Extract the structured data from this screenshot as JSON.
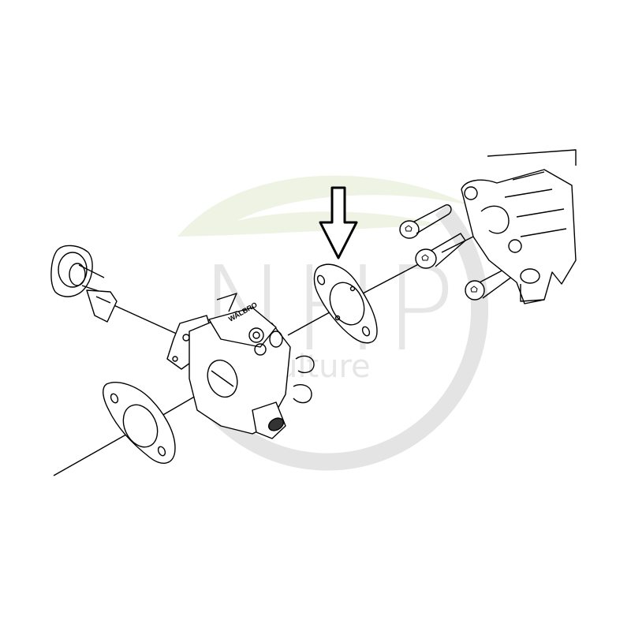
{
  "diagram": {
    "type": "exploded parts diagram",
    "subject": "chainsaw carburetor assembly",
    "highlight": {
      "target": "carburetor-to-housing gasket",
      "indicator": "down-arrow"
    },
    "parts": [
      {
        "id": "intake-boot",
        "label": "Intake boot / fuel connector"
      },
      {
        "id": "gasket-front",
        "label": "Front gasket (2-hole)"
      },
      {
        "id": "carburetor",
        "label": "Carburetor",
        "marking": "Walbro"
      },
      {
        "id": "gasket-rear",
        "label": "Rear gasket (highlighted)"
      },
      {
        "id": "screw-1",
        "label": "Torx screw"
      },
      {
        "id": "screw-2",
        "label": "Torx screw"
      },
      {
        "id": "screw-3",
        "label": "Torx screw"
      },
      {
        "id": "intake-housing",
        "label": "Intake manifold housing"
      }
    ]
  },
  "watermark": {
    "brand": "NHP",
    "subtitle": "Motoculture",
    "visible_subtitle": "culture",
    "ring_color": "#e4e4e4",
    "leaf_color": "#eef3e4"
  },
  "colors": {
    "line": "#000000",
    "background": "#ffffff"
  }
}
